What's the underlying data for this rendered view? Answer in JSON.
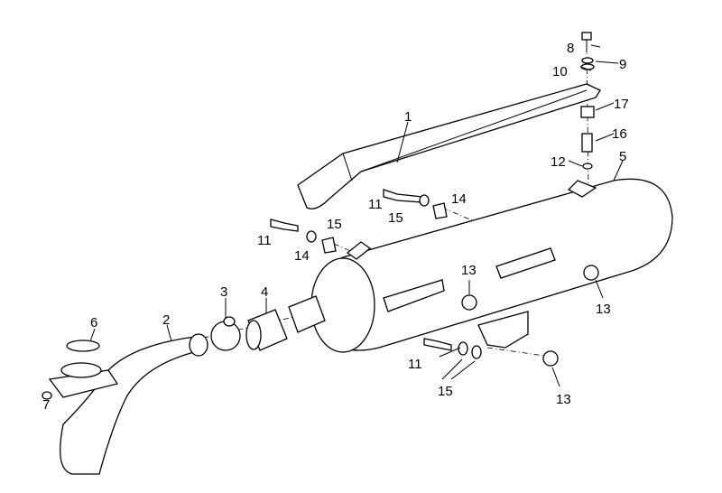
{
  "diagram": {
    "title": "Exhaust unit exploded view",
    "labels": [
      "1",
      "2",
      "3",
      "4",
      "5",
      "6",
      "7",
      "8",
      "9",
      "10",
      "11",
      "11",
      "11",
      "12",
      "13",
      "13",
      "13",
      "14",
      "14",
      "15",
      "15",
      "15",
      "16",
      "17"
    ]
  }
}
